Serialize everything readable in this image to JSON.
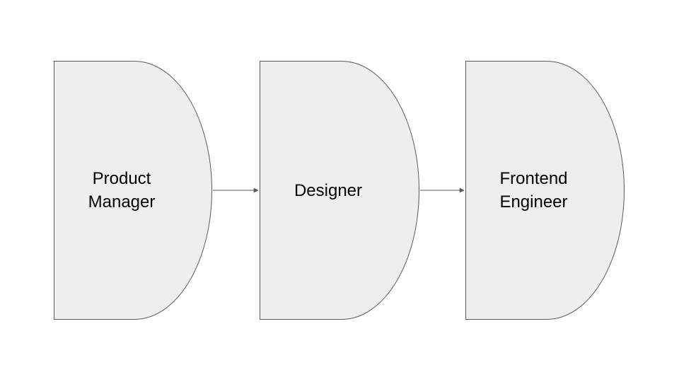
{
  "diagram": {
    "type": "flowchart",
    "shape_style": "delay (flat left, half-ellipse right)",
    "nodes": [
      {
        "id": "node-0",
        "label": "Product Manager"
      },
      {
        "id": "node-1",
        "label": "Designer"
      },
      {
        "id": "node-2",
        "label": "Frontend Engineer"
      }
    ],
    "connectors": [
      {
        "from": "Product Manager",
        "to": "Designer",
        "direction": "right"
      },
      {
        "from": "Designer",
        "to": "Frontend Engineer",
        "direction": "right"
      }
    ],
    "colors": {
      "canvas_background": "#ffffff",
      "shape_fill": "#eeeeee",
      "shape_border": "#595959",
      "connector": "#595959",
      "text": "#000000"
    }
  }
}
